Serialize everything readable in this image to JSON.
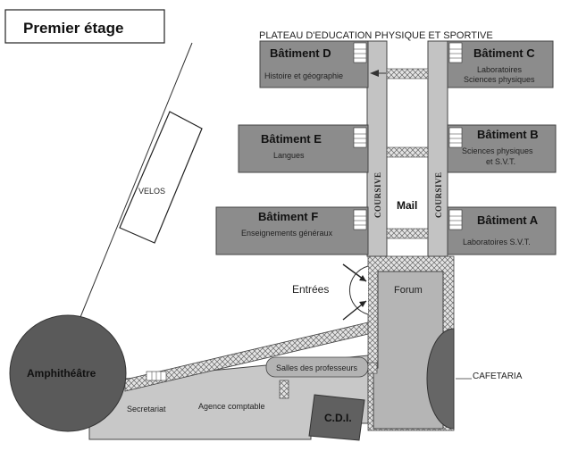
{
  "title": "Premier étage",
  "plateau": "PLATEAU D'EDUCATION PHYSIQUE ET SPORTIVE",
  "buildings": {
    "d": {
      "name": "Bâtiment D",
      "sub": "Histoire et géographie"
    },
    "c": {
      "name": "Bâtiment C",
      "sub1": "Laboratoires",
      "sub2": "Sciences physiques"
    },
    "e": {
      "name": "Bâtiment E",
      "sub": "Langues"
    },
    "b": {
      "name": "Bâtiment B",
      "sub1": "Sciences physiques",
      "sub2": "et S.V.T."
    },
    "f": {
      "name": "Bâtiment F",
      "sub": "Enseignements généraux"
    },
    "a": {
      "name": "Bâtiment A",
      "sub": "Laboratoires S.V.T."
    }
  },
  "labels": {
    "coursive": "COURSIVE",
    "mail": "Mail",
    "velos": "VELOS",
    "entrees": "Entrées",
    "forum": "Forum",
    "amphitheatre": "Amphithéâtre",
    "salles_professeurs": "Salles des professeurs",
    "cafetaria": "CAFETARIA",
    "secretariat": "Secretariat",
    "agence_comptable": "Agence comptable",
    "cdi": "C.D.I."
  },
  "colors": {
    "building": "#8a8a8a",
    "ground": "#c8c8c8",
    "dark": "#555555",
    "line": "#333333"
  }
}
